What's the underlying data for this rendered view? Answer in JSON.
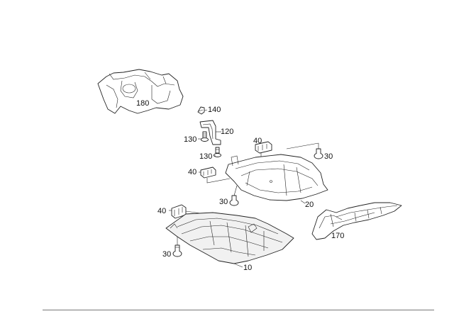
{
  "callouts": {
    "p180": "180",
    "p140": "140",
    "p120": "120",
    "p130a": "130",
    "p130b": "130",
    "p40a": "40",
    "p30a": "30",
    "p40b": "40",
    "p30b": "30",
    "p20": "20",
    "p40c": "40",
    "p170": "170",
    "p30c": "30",
    "p10": "10"
  }
}
